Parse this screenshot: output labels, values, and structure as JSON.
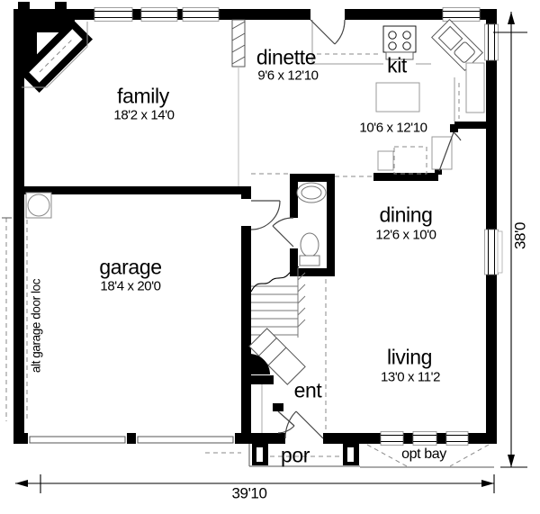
{
  "rooms": {
    "family": {
      "label": "family",
      "dims": "18'2 x 14'0"
    },
    "dinette": {
      "label": "dinette",
      "dims": "9'6 x 12'10"
    },
    "kitchen": {
      "label": "kit",
      "dims": "10'6 x 12'10"
    },
    "dining": {
      "label": "dining",
      "dims": "12'6 x 10'0"
    },
    "garage": {
      "label": "garage",
      "dims": "18'4 x 20'0"
    },
    "living": {
      "label": "living",
      "dims": "13'0 x 11'2"
    },
    "entry": {
      "label": "ent"
    },
    "porch": {
      "label": "por"
    }
  },
  "annotations": {
    "alt_garage_door": "alt garage door loc",
    "opt_bay": "opt bay"
  },
  "overall_dimensions": {
    "width": "39'10",
    "depth": "38'0"
  },
  "colors": {
    "wall": "#000000",
    "background": "#ffffff",
    "fixture_line": "#777777",
    "dashed_line": "#8a8a8a"
  }
}
